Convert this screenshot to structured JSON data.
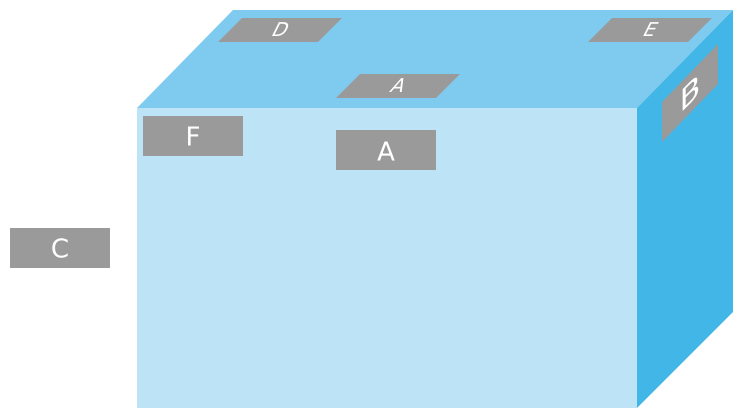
{
  "colors": {
    "front_face": "#bde4f6",
    "top_face": "#7ecbef",
    "side_face": "#42b6e6",
    "label_box": "#9a9a9a",
    "label_text": "#ffffff"
  },
  "labels": {
    "front_a": "A",
    "front_f": "F",
    "outside_c": "C",
    "top_a": "A",
    "top_d": "D",
    "top_e": "E",
    "side_b": "B"
  }
}
